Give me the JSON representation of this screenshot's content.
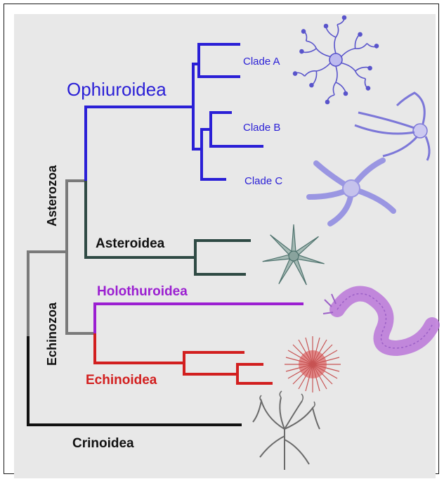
{
  "labels": {
    "ophiuroidea": "Ophiuroidea",
    "clade_a": "Clade A",
    "clade_b": "Clade B",
    "clade_c": "Clade C",
    "asterozoa": "Asterozoa",
    "asteroidea": "Asteroidea",
    "echinozoa": "Echinozoa",
    "holothuroidea": "Holothuroidea",
    "echinoidea": "Echinoidea",
    "crinoidea": "Crinoidea"
  },
  "colors": {
    "ophiuroidea": "#2a1fd6",
    "asteroidea": "#2f4a44",
    "holothuroidea": "#9b1fd1",
    "echinoidea": "#d21f1f",
    "stem": "#7a7a7a",
    "crinoidea": "#111111"
  },
  "icons": {
    "clade_a": "basket-star-icon",
    "clade_b": "brittle-star-icon",
    "clade_c": "spiny-brittle-star-icon",
    "asteroidea": "sea-star-icon",
    "holothuroidea": "sea-cucumber-icon",
    "echinoidea": "sea-urchin-icon",
    "crinoidea": "sea-lily-icon"
  }
}
